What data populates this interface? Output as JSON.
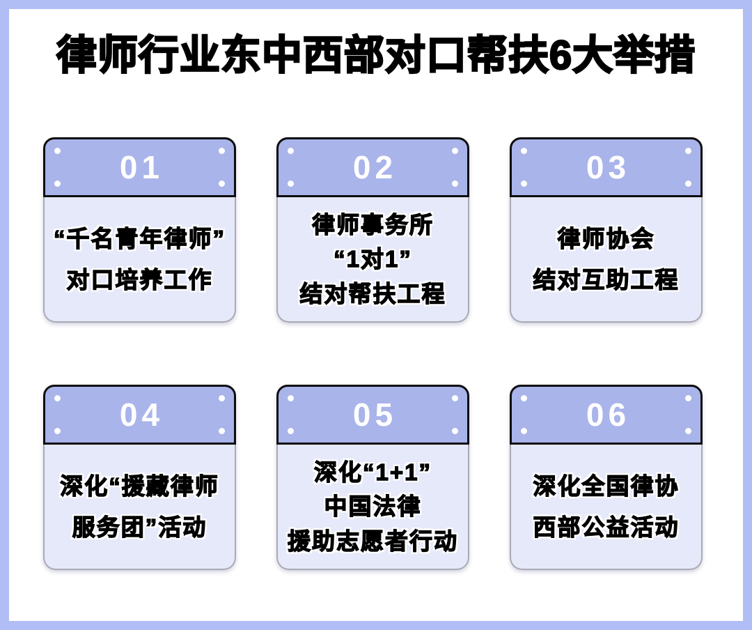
{
  "title": "律师行业东中西部对口帮扶6大举措",
  "colors": {
    "frame_border": "#b1bdf5",
    "page_background": "#ffffff",
    "card_header": "#a9b4ea",
    "card_body": "#e6e9f9",
    "header_outline": "#0d0d0d",
    "number_text": "#ffffff",
    "body_text": "#000000"
  },
  "cards": [
    {
      "number": "01",
      "text": "“千名青年律师”\n对口培养工作"
    },
    {
      "number": "02",
      "text": "律师事务所\n“1对1”\n结对帮扶工程"
    },
    {
      "number": "03",
      "text": "律师协会\n结对互助工程"
    },
    {
      "number": "04",
      "text": "深化“援藏律师\n服务团”活动"
    },
    {
      "number": "05",
      "text": "深化“1+1”\n中国法律\n援助志愿者行动"
    },
    {
      "number": "06",
      "text": "深化全国律协\n西部公益活动"
    }
  ]
}
